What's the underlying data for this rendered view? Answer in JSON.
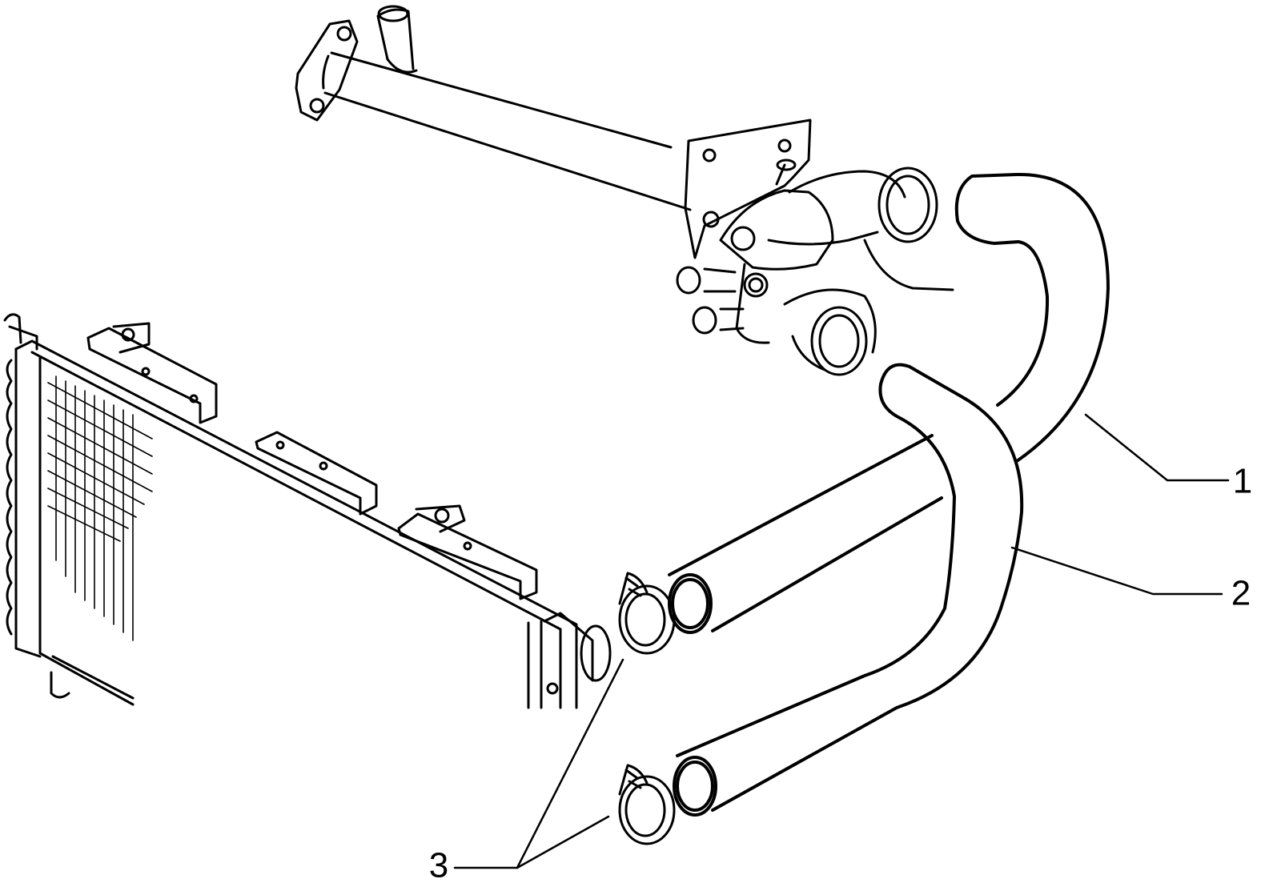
{
  "callouts": {
    "hose_upper": "1",
    "hose_lower": "2",
    "clamps": "3"
  },
  "colors": {
    "line": "#000000",
    "background": "#ffffff"
  }
}
